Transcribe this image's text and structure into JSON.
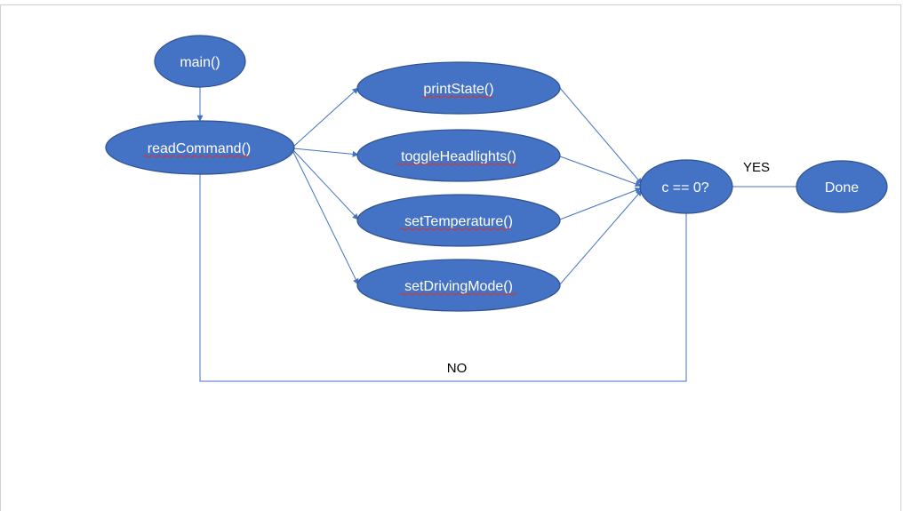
{
  "nodes": {
    "main": "main()",
    "read_command": "readCommand()",
    "print_state": "printState()",
    "toggle_headlights": "toggleHeadlights()",
    "set_temperature": "setTemperature()",
    "set_driving_mode": "setDrivingMode()",
    "condition": "c == 0?",
    "done": "Done"
  },
  "edge_labels": {
    "yes": "YES",
    "no": "NO"
  },
  "colors": {
    "node_fill": "#4472c4",
    "node_stroke": "#2f528f",
    "edge": "#4472c4",
    "spellcheck": "#e0312a"
  }
}
